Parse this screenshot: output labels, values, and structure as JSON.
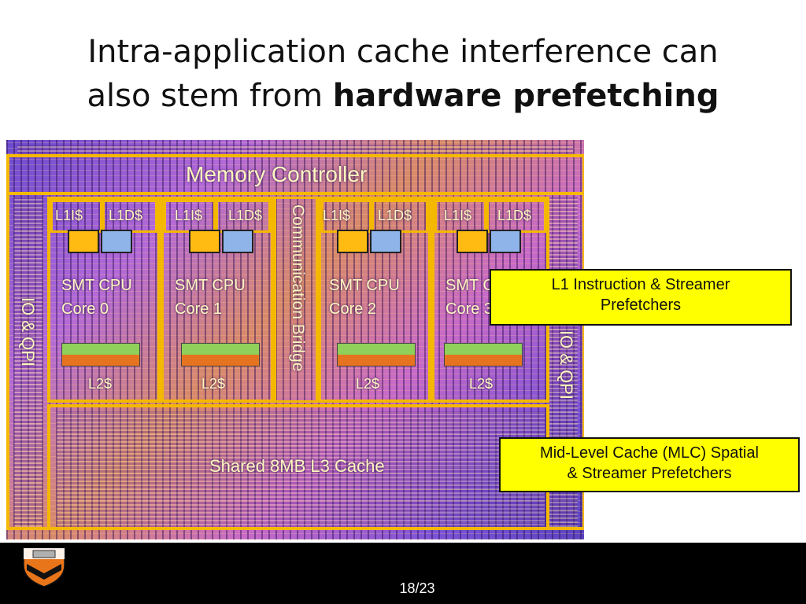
{
  "slide": {
    "title_line1": "Intra-application cache interference can",
    "title_line2_prefix": "also stem from ",
    "title_line2_bold": "hardware prefetching"
  },
  "die": {
    "memory_controller": "Memory Controller",
    "communication_bridge": "Communication Bridge",
    "io_qpi_left": "IO & QPI",
    "io_qpi_right": "IO & QPI",
    "shared_l3": "Shared 8MB L3 Cache",
    "cores": [
      {
        "l1i": "L1I$",
        "l1d": "L1D$",
        "name_line1": "SMT CPU",
        "name_line2": "Core 0",
        "l2": "L2$"
      },
      {
        "l1i": "L1I$",
        "l1d": "L1D$",
        "name_line1": "SMT CPU",
        "name_line2": "Core 1",
        "l2": "L2$"
      },
      {
        "l1i": "L1I$",
        "l1d": "L1D$",
        "name_line1": "SMT CPU",
        "name_line2": "Core 2",
        "l2": "L2$"
      },
      {
        "l1i": "L1I$",
        "l1d": "L1D$",
        "name_line1": "SMT CPU",
        "name_line2": "Core 3",
        "l2": "L2$"
      }
    ]
  },
  "callouts": {
    "l1_line1": "L1 Instruction & Streamer",
    "l1_line2": "Prefetchers",
    "mlc_line1": "Mid-Level Cache (MLC) Spatial",
    "mlc_line2": "& Streamer Prefetchers"
  },
  "footer": {
    "page": "18/23",
    "logo_icon": "princeton-shield-icon"
  },
  "colors": {
    "outline": "#f5b800",
    "l1i": "#ffbb11",
    "l1d": "#8fb4ea",
    "callout_bg": "#ffff00",
    "footer_bg": "#000000"
  }
}
